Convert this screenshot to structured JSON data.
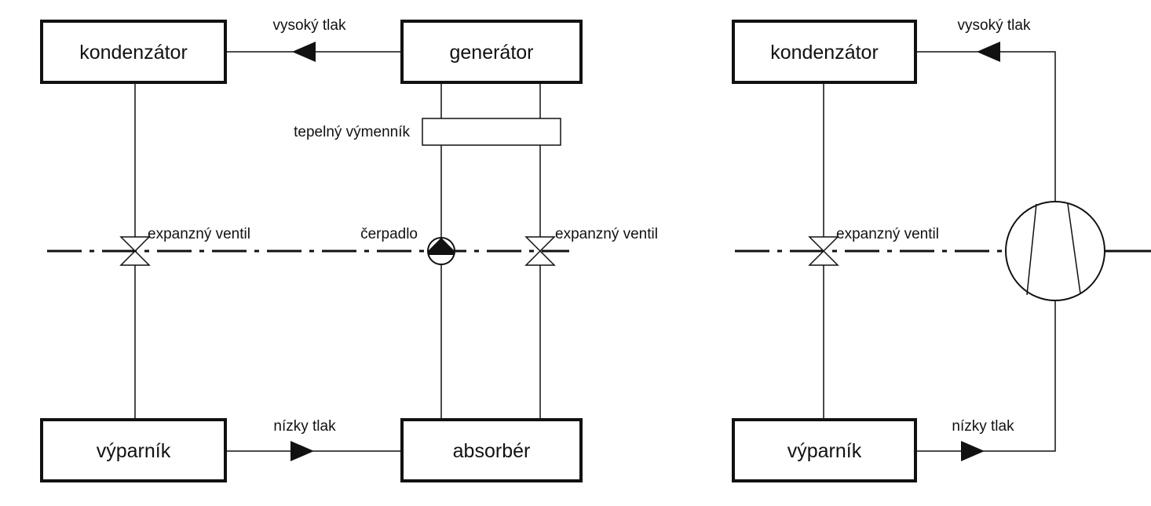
{
  "colors": {
    "line": "#111111",
    "background": "#ffffff"
  },
  "absorption_cycle": {
    "condenser": "kondenzátor",
    "generator": "generátor",
    "evaporator": "výparník",
    "absorber": "absorbér",
    "high_pressure": "vysoký tlak",
    "low_pressure": "nízky tlak",
    "heat_exchanger": "tepelný výmenník",
    "pump": "čerpadlo",
    "expansion_valve_left": "expanzný ventil",
    "expansion_valve_right": "expanzný ventil"
  },
  "compressor_cycle": {
    "condenser": "kondenzátor",
    "evaporator": "výparník",
    "high_pressure": "vysoký tlak",
    "low_pressure": "nízky tlak",
    "expansion_valve": "expanzný ventil"
  }
}
